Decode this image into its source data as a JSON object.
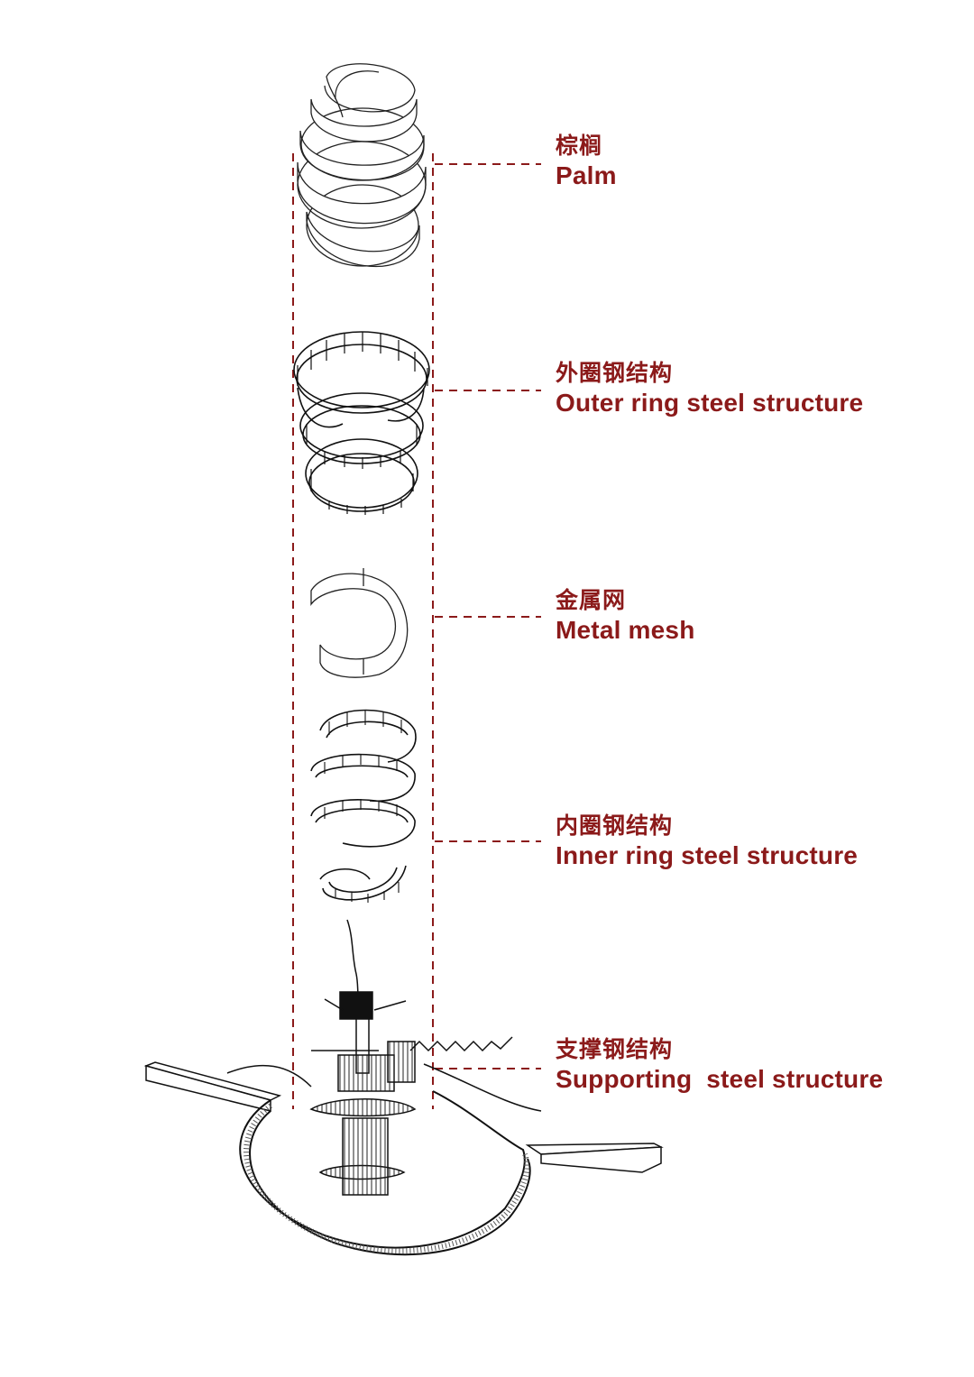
{
  "colors": {
    "accent": "#8b1a1a",
    "line": "#111111"
  },
  "layers": [
    {
      "id": "palm",
      "zh": "棕榈",
      "en": "Palm"
    },
    {
      "id": "outer",
      "zh": "外圈钢结构",
      "en": "Outer ring steel structure"
    },
    {
      "id": "mesh",
      "zh": "金属网",
      "en": "Metal mesh"
    },
    {
      "id": "inner",
      "zh": "内圈钢结构",
      "en": "Inner ring steel structure"
    },
    {
      "id": "support",
      "zh": "支撑钢结构",
      "en": "Supporting  steel structure"
    }
  ]
}
